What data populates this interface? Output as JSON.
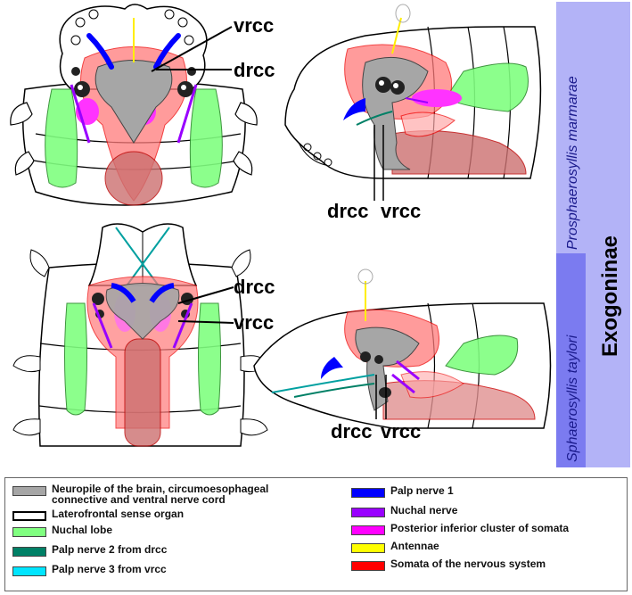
{
  "labels": {
    "drcc": "drcc",
    "vrcc": "vrcc"
  },
  "side_panel": {
    "species_top": "Prosphaerosyllis marmarae",
    "species_bottom": "Sphaerosyllis taylori",
    "subfamily": "Exogoninae",
    "colors": {
      "top": "#b3b3f7",
      "bottom": "#7b7bf0",
      "right": "#b3b3f7"
    }
  },
  "legend": {
    "items": [
      {
        "label": "Neuropile of the brain, circumoesophageal connective and ventral nerve cord",
        "color": "#a6a6a6"
      },
      {
        "label": "Laterofrontal sense organ",
        "color": "#ffffff",
        "outline": true
      },
      {
        "label": "Nuchal lobe",
        "color": "#80ff80"
      },
      {
        "label": "Palp nerve 2 from drcc",
        "color": "#008066"
      },
      {
        "label": "Palp nerve 3 from vrcc",
        "color": "#00e5ff"
      },
      {
        "label": "Palp nerve 1",
        "color": "#0000ff"
      },
      {
        "label": "Nuchal nerve",
        "color": "#9900ff"
      },
      {
        "label": "Posterior inferior cluster of somata",
        "color": "#ff00ff"
      },
      {
        "label": "Antennae",
        "color": "#ffff00"
      },
      {
        "label": "Somata of the nervous system",
        "color": "#ff0000"
      }
    ]
  }
}
